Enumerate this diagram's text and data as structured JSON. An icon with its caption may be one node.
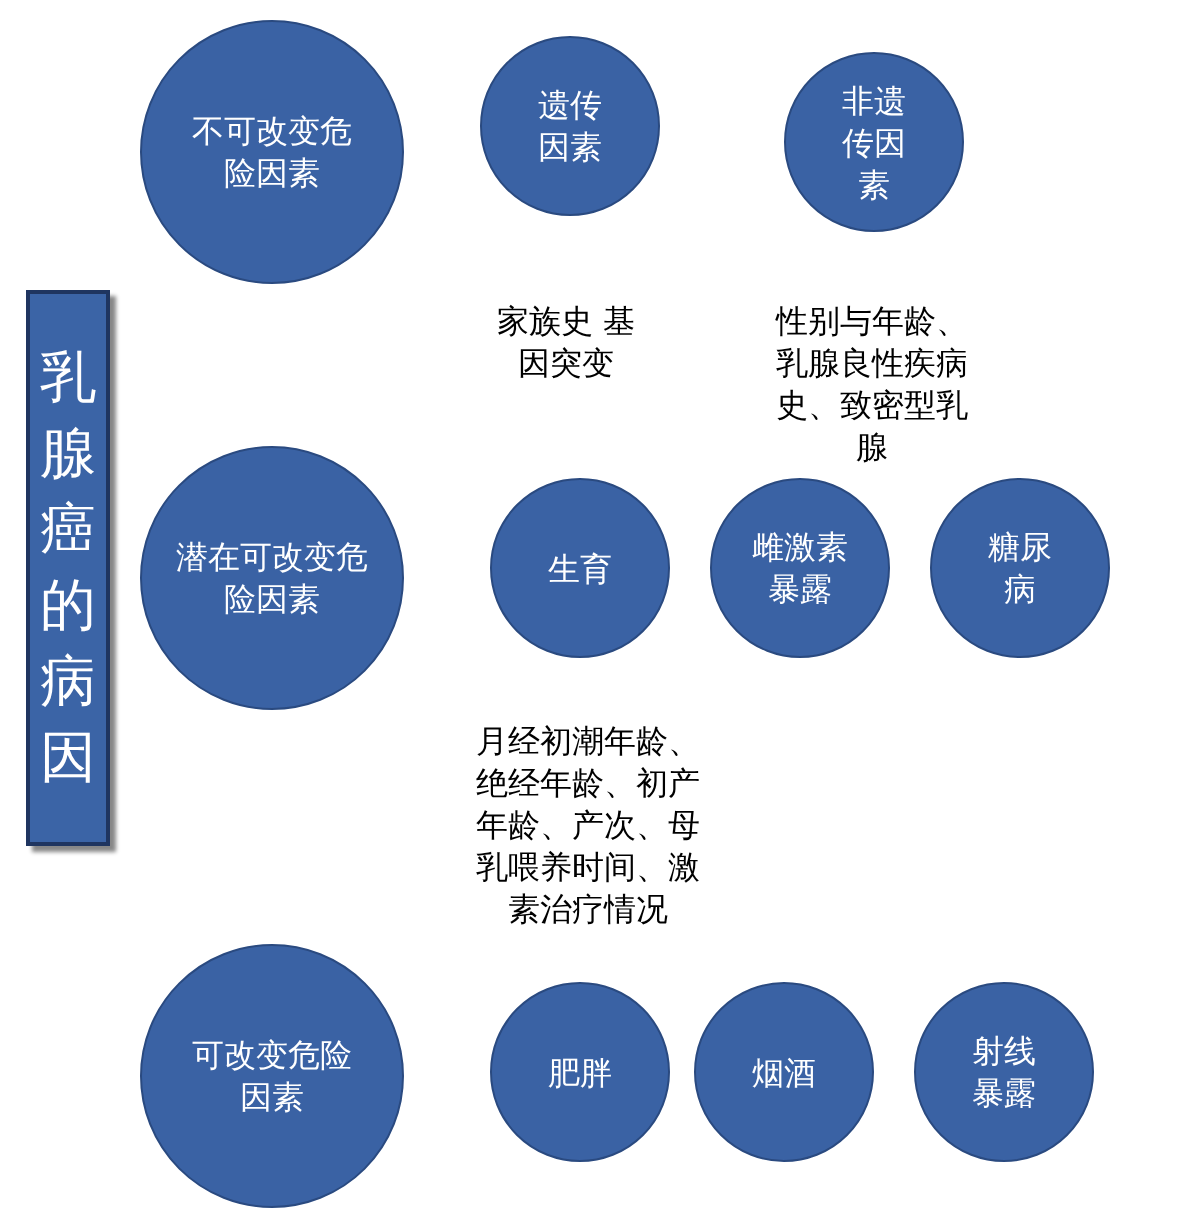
{
  "diagram": {
    "nodes": [
      {
        "text": [
          "乳腺癌的病因"
        ]
      },
      {
        "text": [
          "不可改变危险因素"
        ]
      },
      {
        "text": [
          "遗传因素"
        ]
      },
      {
        "text": [
          "非遗传因素"
        ]
      },
      {
        "text": [
          "潜在可改变危险因素"
        ]
      },
      {
        "text": [
          "生育"
        ]
      },
      {
        "text": [
          "雌激素暴露"
        ]
      },
      {
        "text": [
          "糖尿病"
        ]
      },
      {
        "text": [
          "可改变危险因素"
        ]
      },
      {
        "text": [
          "肥胖"
        ]
      },
      {
        "text": [
          "烟酒"
        ]
      },
      {
        "text": [
          "射线暴露"
        ]
      }
    ],
    "labels": [
      "家族史 基因突变",
      "性别与年龄、乳腺良性疾病史、致密型乳腺",
      "月经初潮年龄、绝经年龄、初产年龄、产次、母乳喂养时间、激素治疗情况"
    ]
  }
}
